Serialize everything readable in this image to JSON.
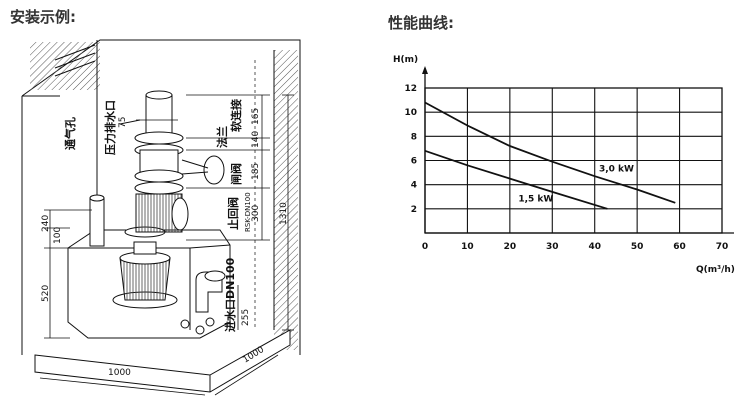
{
  "headings": {
    "install": "安装示例:",
    "curve": "性能曲线:"
  },
  "install_diagram": {
    "labels": {
      "vent": "通气孔",
      "pressure_outlet": "压力排水口",
      "hose": "软连接",
      "flange": "法兰",
      "valve": "闸阀",
      "check_valve": "止回阀",
      "check_valve_model": "RSK-DN100",
      "inlet": "进水口DN100"
    },
    "dimensions": {
      "d75": "75",
      "d165": "165",
      "d140": "140",
      "d185": "185",
      "d300": "300",
      "d1310": "1310",
      "d240": "240",
      "d100": "100",
      "d520": "520",
      "d255": "255",
      "d1000_front": "1000",
      "d1000_side": "1000"
    }
  },
  "chart_data": {
    "type": "line",
    "xlabel": "Q(m³/h)",
    "ylabel": "H(m)",
    "xlim": [
      0,
      70
    ],
    "ylim": [
      0,
      12
    ],
    "xticks": [
      0,
      10,
      20,
      30,
      40,
      50,
      60,
      70
    ],
    "yticks": [
      2,
      4,
      6,
      8,
      10,
      12
    ],
    "grid": true,
    "series": [
      {
        "name": "1,5 kW",
        "x": [
          0,
          10,
          20,
          30,
          43
        ],
        "y": [
          6.8,
          5.6,
          4.5,
          3.4,
          2.0
        ]
      },
      {
        "name": "3,0 kW",
        "x": [
          0,
          10,
          20,
          30,
          40,
          50,
          59
        ],
        "y": [
          10.8,
          8.9,
          7.2,
          5.9,
          4.7,
          3.6,
          2.5
        ]
      }
    ]
  },
  "colors": {
    "line": "#111111",
    "heading": "#333333"
  }
}
